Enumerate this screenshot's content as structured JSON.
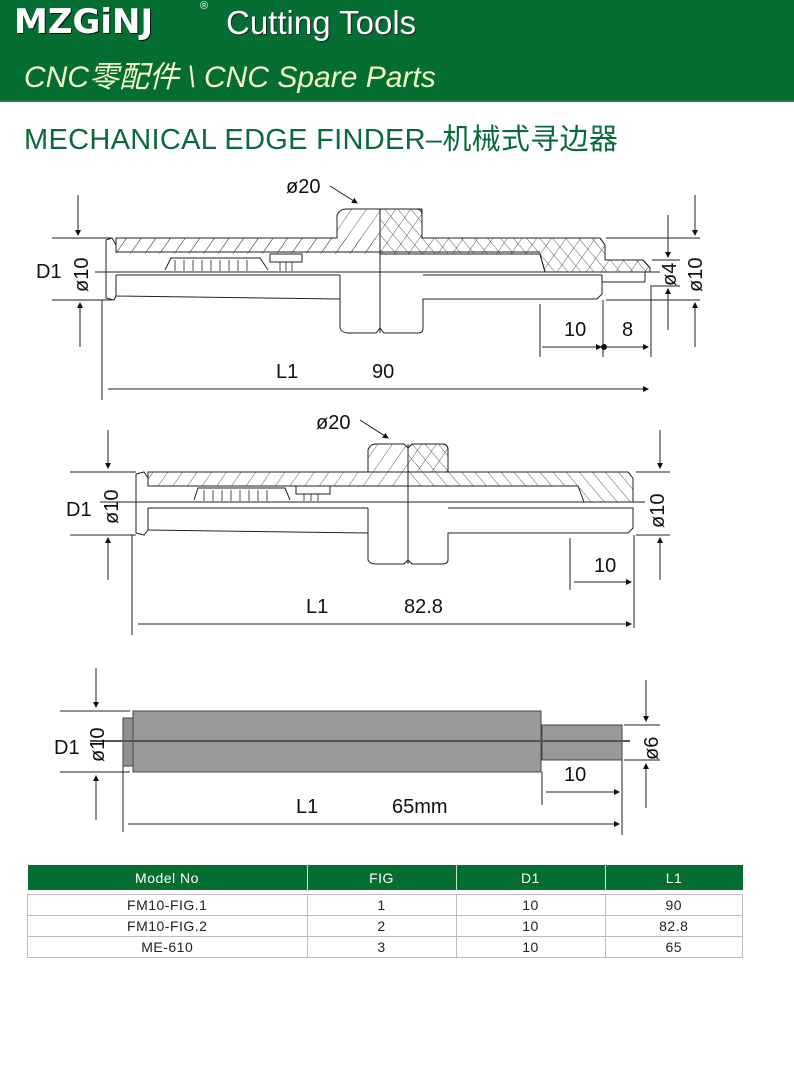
{
  "header": {
    "brand": "MZGiNJ",
    "registered_mark": "®",
    "tagline": "Cutting Tools",
    "subtitle": "CNC零配件 \\ CNC Spare Parts",
    "background_color": "#036d32",
    "subtitle_color": "#f4f7c8"
  },
  "page_title": "MECHANICAL EDGE FINDER–机械式寻边器",
  "title_color": "#0a6b3a",
  "figures": [
    {
      "id": "fig1",
      "head_diameter": "ø20",
      "d1_label": "D1",
      "d1_value": "ø10",
      "tip_diameter": "ø4",
      "tip_outer_diameter": "ø10",
      "dim_a": "10",
      "dim_b": "8",
      "l1_label": "L1",
      "l1_value": "90"
    },
    {
      "id": "fig2",
      "head_diameter": "ø20",
      "d1_label": "D1",
      "d1_value": "ø10",
      "tip_diameter": "ø10",
      "dim_a": "10",
      "l1_label": "L1",
      "l1_value": "82.8"
    },
    {
      "id": "fig3",
      "d1_label": "D1",
      "d1_value": "ø10",
      "tip_diameter": "ø6",
      "dim_a": "10",
      "l1_label": "L1",
      "l1_value": "65mm"
    }
  ],
  "table": {
    "headers": [
      "Model No",
      "FIG",
      "D1",
      "L1"
    ],
    "rows": [
      [
        "FM10-FIG.1",
        "1",
        "10",
        "90"
      ],
      [
        "FM10-FIG.2",
        "2",
        "10",
        "82.8"
      ],
      [
        "ME-610",
        "3",
        "10",
        "65"
      ]
    ]
  }
}
